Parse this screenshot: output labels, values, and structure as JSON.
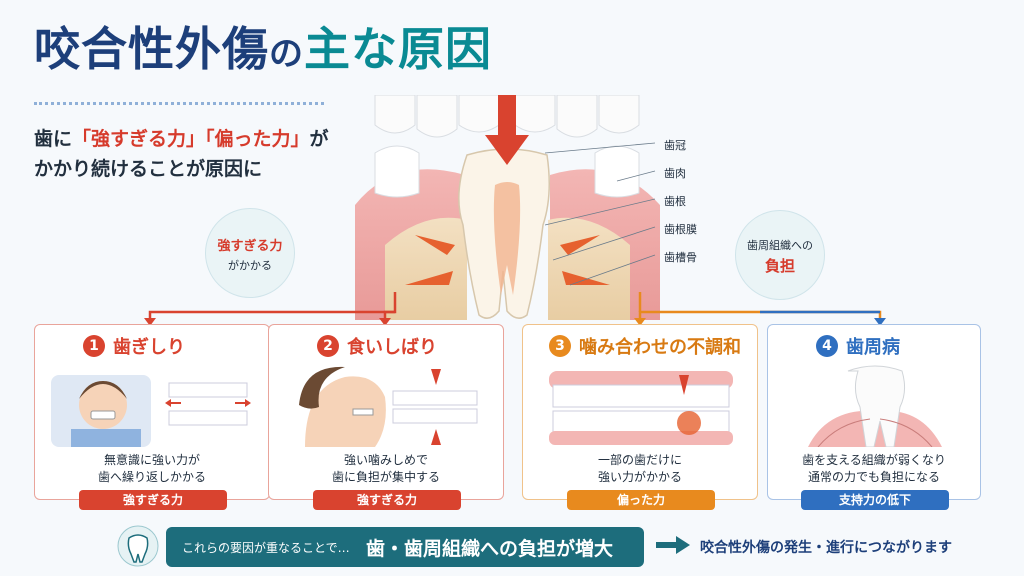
{
  "title": {
    "part1": "咬合性外傷",
    "part2": "の",
    "part3": "主な原因"
  },
  "subtitle": {
    "line1_pre": "歯に",
    "line1_red1": "「強すぎる力」",
    "line1_red2": "「偏った力」",
    "line1_post": "が",
    "line2": "かかり続けることが原因に"
  },
  "diagram": {
    "labels": [
      "歯冠",
      "歯肉",
      "歯根",
      "歯根膜",
      "歯槽骨"
    ],
    "left_bubble": {
      "strong": "強すぎる力",
      "normal": "がかかる"
    },
    "right_bubble": {
      "normal": "歯周組織への",
      "strong": "負担"
    }
  },
  "cards": [
    {
      "num": "1",
      "title": "歯ぎしり",
      "desc1": "無意識に強い力が",
      "desc2": "歯へ繰り返しかかる",
      "tag": "強すぎる力",
      "color": "#d9432f"
    },
    {
      "num": "2",
      "title": "食いしばり",
      "desc1": "強い噛みしめで",
      "desc2": "歯に負担が集中する",
      "tag": "強すぎる力",
      "color": "#d9432f"
    },
    {
      "num": "3",
      "title": "噛み合わせの不調和",
      "desc1": "一部の歯だけに",
      "desc2": "強い力がかかる",
      "tag": "偏った力",
      "color": "#e88a1e"
    },
    {
      "num": "4",
      "title": "歯周病",
      "desc1": "歯を支える組織が弱くなり",
      "desc2": "通常の力でも負担になる",
      "tag": "支持力の低下",
      "color": "#2f6fc0"
    }
  ],
  "footer": {
    "small": "これらの要因が重なることで…",
    "big": "歯・歯周組織への負担が増大",
    "result": "咬合性外傷の発生・進行につながります"
  }
}
